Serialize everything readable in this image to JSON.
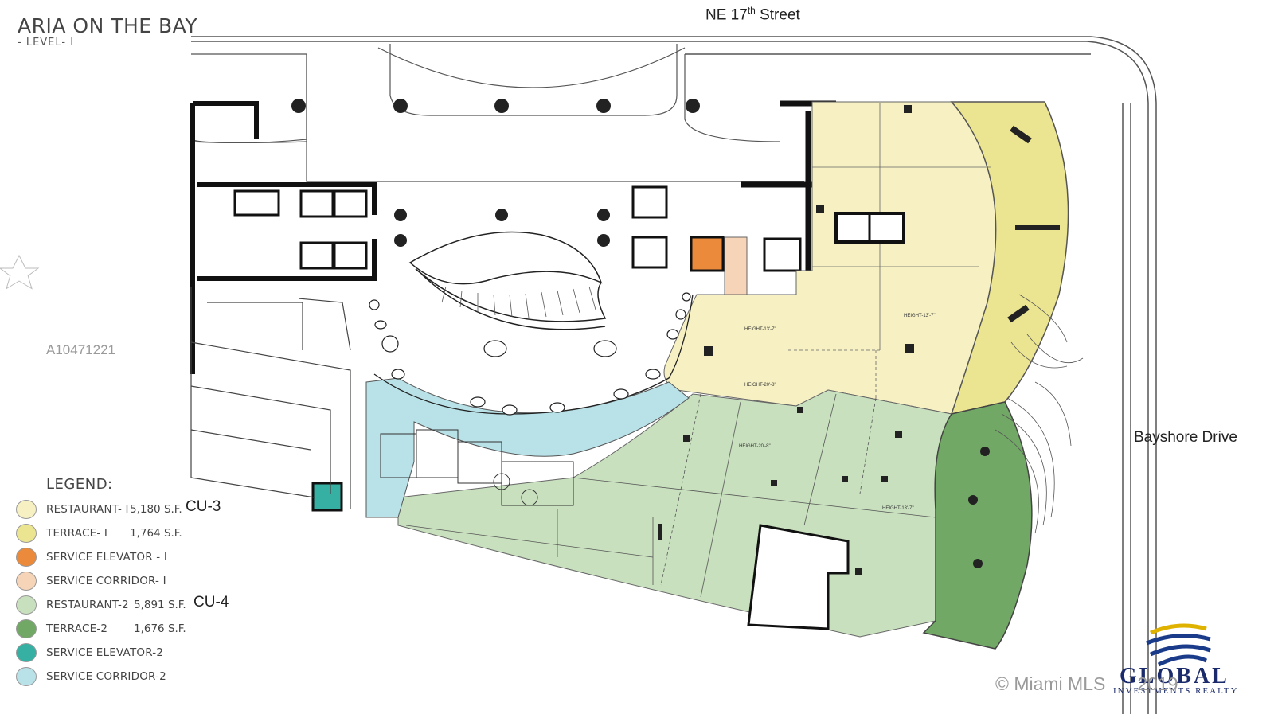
{
  "header": {
    "title": "ARIA ON THE BAY",
    "subtitle": "- LEVEL- I"
  },
  "streets": {
    "north_name": "NE 17",
    "north_sup": "th",
    "north_suffix": " Street",
    "east": "Bayshore Drive"
  },
  "watermark": {
    "mls_id": "A10471221",
    "copyright": "© Miami MLS",
    "copyright_year": "2019"
  },
  "plan_labels": {
    "height_r1_a": "HEIGHT-13'-7\"",
    "height_r1_b": "HEIGHT-13'-7\"",
    "height_r1_c": "HEIGHT-20'-8\"",
    "height_r2_a": "HEIGHT-20'-8\"",
    "height_r2_b": "HEIGHT-13'-7\""
  },
  "legend": {
    "title": "LEGEND:",
    "items": [
      {
        "label": "RESTAURANT- I",
        "area": "5,180 S.F.",
        "code": "CU-3",
        "color": "#f6f0c3"
      },
      {
        "label": "TERRACE- I",
        "area": "1,764 S.F.",
        "code": "",
        "color": "#ebe592"
      },
      {
        "label": "SERVICE ELEVATOR - I",
        "area": "",
        "code": "",
        "color": "#ea8a3a"
      },
      {
        "label": "SERVICE CORRIDOR- I",
        "area": "",
        "code": "",
        "color": "#f6d4b8"
      },
      {
        "label": "RESTAURANT-2",
        "area": "5,891 S.F.",
        "code": "CU-4",
        "color": "#c8e0be"
      },
      {
        "label": "TERRACE-2",
        "area": "1,676 S.F.",
        "code": "",
        "color": "#72a865"
      },
      {
        "label": "SERVICE ELEVATOR-2",
        "area": "",
        "code": "",
        "color": "#35b0a3"
      },
      {
        "label": "SERVICE CORRIDOR-2",
        "area": "",
        "code": "",
        "color": "#b8e2e8"
      }
    ]
  },
  "logo": {
    "name": "GLOBAL",
    "tagline": "INVESTMENTS REALTY"
  }
}
